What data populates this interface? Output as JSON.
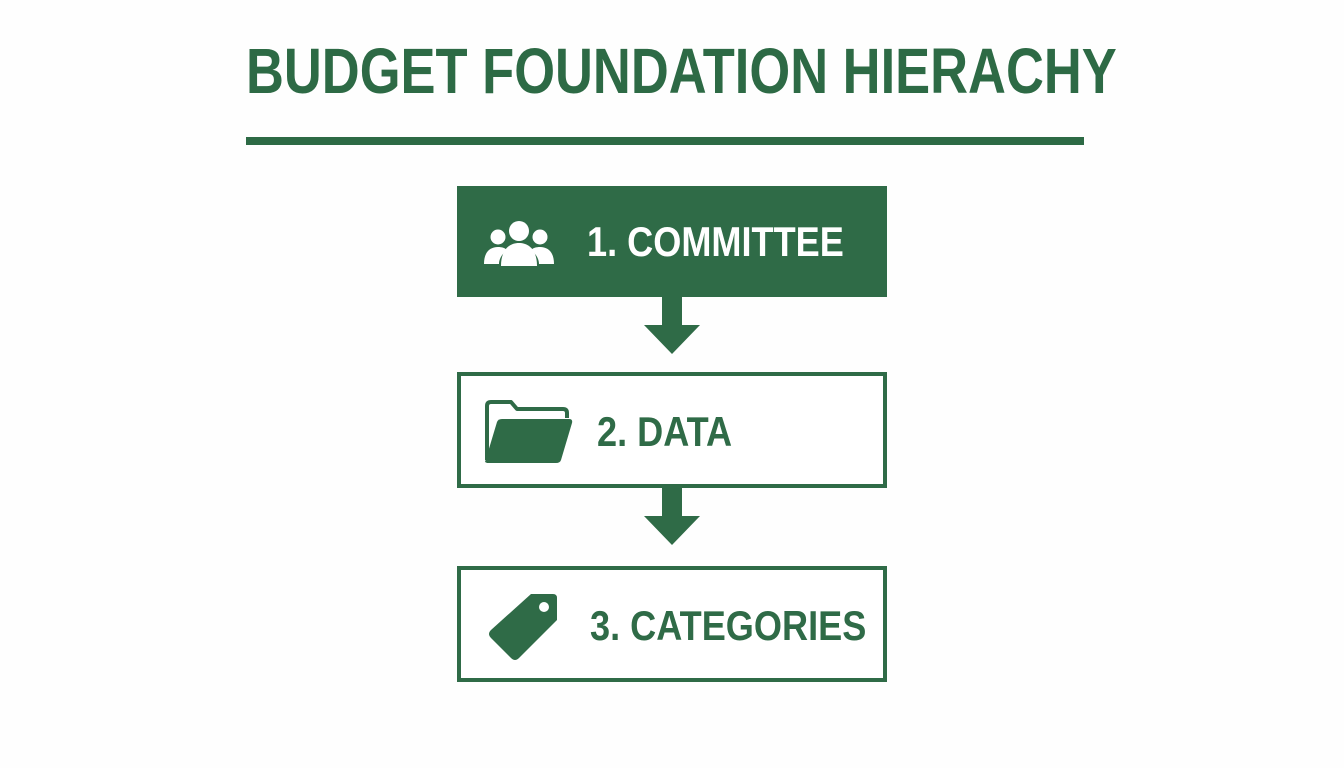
{
  "diagram": {
    "title": "BUDGET FOUNDATION HIERACHY",
    "accent_color": "#2d6a45",
    "steps": [
      {
        "label": "1. COMMITTEE",
        "icon": "people-group-icon",
        "style": "filled"
      },
      {
        "label": "2. DATA",
        "icon": "folder-icon",
        "style": "outline"
      },
      {
        "label": "3. CATEGORIES",
        "icon": "tag-icon",
        "style": "outline"
      }
    ]
  }
}
